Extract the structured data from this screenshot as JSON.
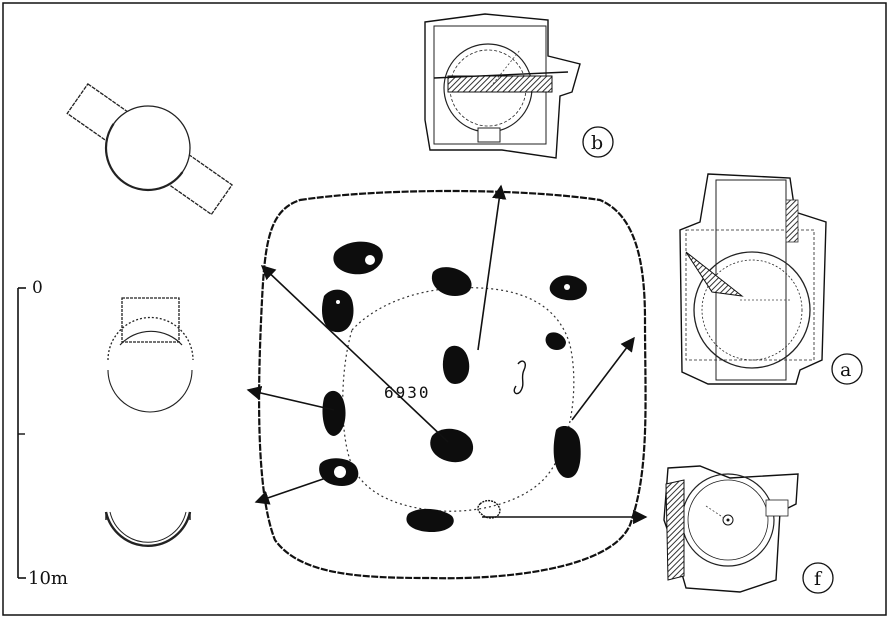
{
  "scale": {
    "top_label": "0",
    "bottom_label": "10m"
  },
  "center_label": "6930",
  "insets": {
    "a": {
      "label": "a"
    },
    "b": {
      "label": "b"
    },
    "f": {
      "label": "f"
    }
  },
  "colors": {
    "ink": "#111111",
    "paper": "#ffffff",
    "hatch": "#555555"
  }
}
